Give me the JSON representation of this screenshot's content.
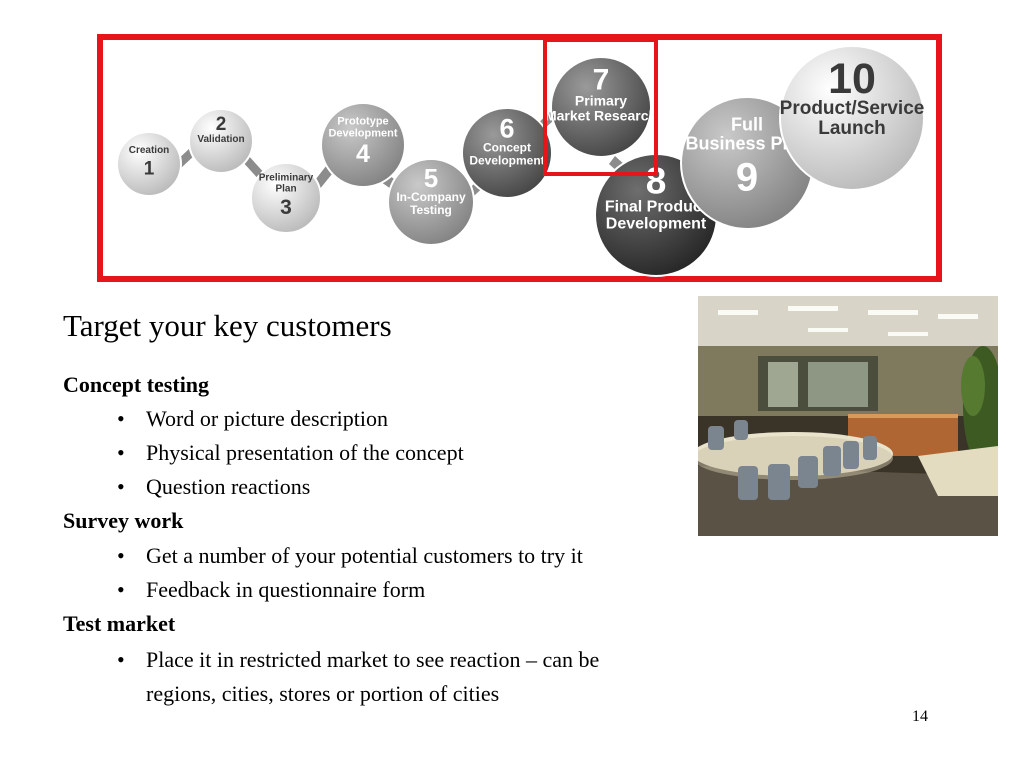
{
  "diagram": {
    "steps": [
      {
        "n": "1",
        "label_lines": [
          "Creation"
        ]
      },
      {
        "n": "2",
        "label_lines": [
          "Validation"
        ]
      },
      {
        "n": "3",
        "label_lines": [
          "Preliminary",
          "Plan"
        ]
      },
      {
        "n": "4",
        "label_lines": [
          "Prototype",
          "Development"
        ]
      },
      {
        "n": "5",
        "label_lines": [
          "In-Company",
          "Testing"
        ]
      },
      {
        "n": "6",
        "label_lines": [
          "Concept",
          "Development"
        ]
      },
      {
        "n": "7",
        "label_lines": [
          "Primary",
          "Market Research"
        ]
      },
      {
        "n": "8",
        "label_lines": [
          "Final Product",
          "Development"
        ]
      },
      {
        "n": "9",
        "label_lines": [
          "Full",
          "Business Plan"
        ]
      },
      {
        "n": "10",
        "label_lines": [
          "Product/Service",
          "Launch"
        ]
      }
    ],
    "frame_color": "#e8141b",
    "highlighted_step": "7"
  },
  "heading": "Target your key customers",
  "sections": [
    {
      "title": "Concept testing",
      "bullets": [
        "Word or picture description",
        "Physical presentation of the concept",
        "Question reactions"
      ]
    },
    {
      "title": "Survey work",
      "bullets": [
        "Get a number of your potential customers to try it",
        "Feedback in questionnaire form"
      ]
    },
    {
      "title": "Test market",
      "bullets": [
        "Place it in restricted market to see reaction – can be",
        "regions, cities, stores or portion of cities"
      ]
    }
  ],
  "bullet_glyph": "•",
  "page_number": "14"
}
